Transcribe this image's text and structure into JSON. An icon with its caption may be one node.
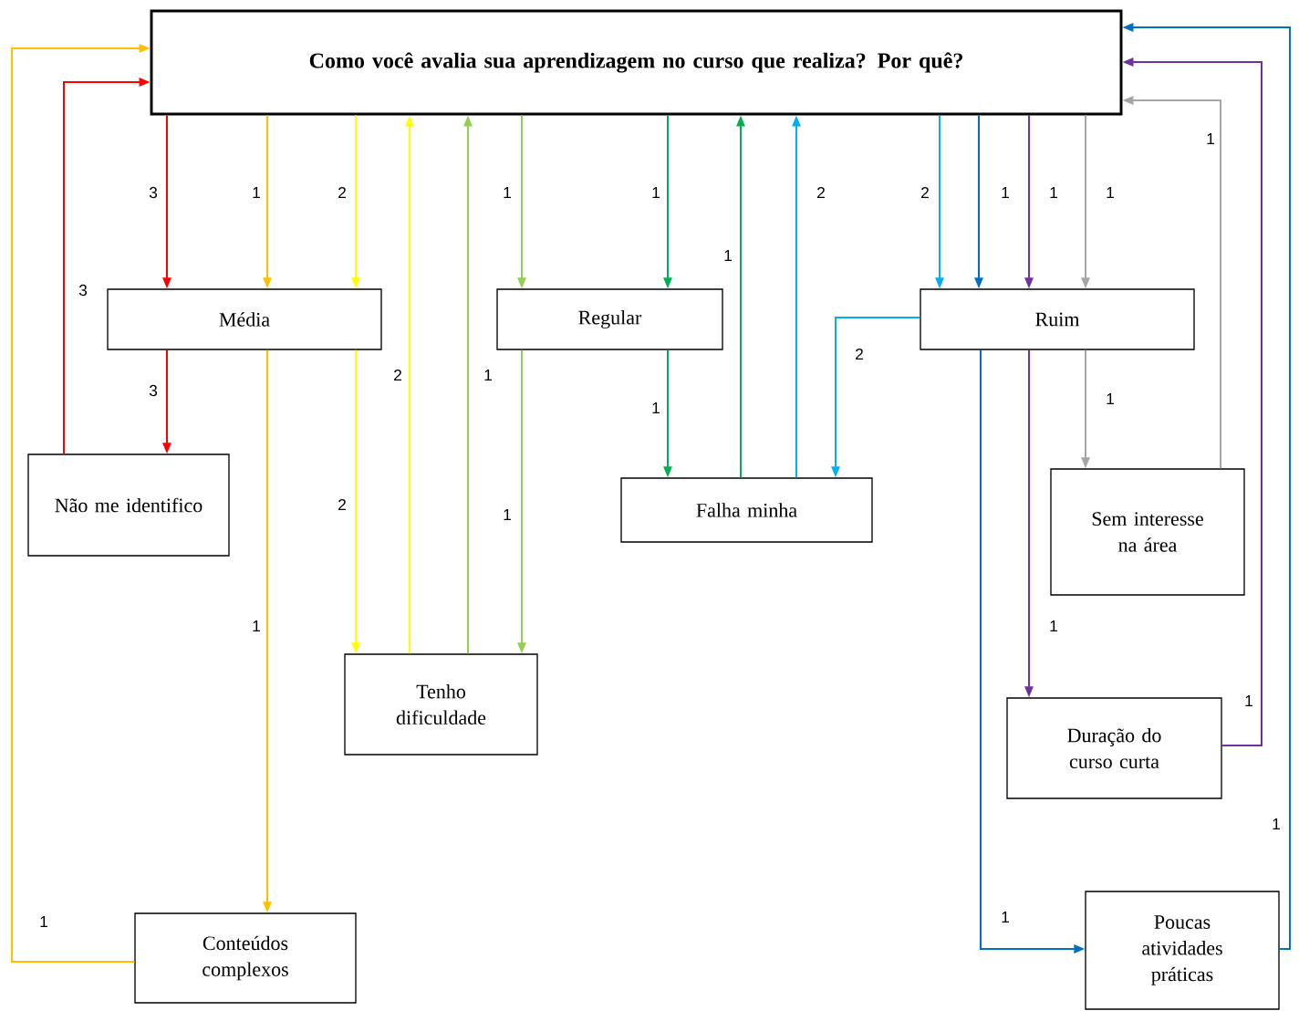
{
  "diagram": {
    "nodes": [
      {
        "text": [
          "Como você avalia sua aprendizagem no curso que realiza? Por quê?"
        ]
      },
      {
        "text": [
          "Média"
        ]
      },
      {
        "text": [
          "Regular"
        ]
      },
      {
        "text": [
          "Ruim"
        ]
      },
      {
        "text": [
          "Não me identifico"
        ]
      },
      {
        "text": [
          "Falha minha"
        ]
      },
      {
        "text": [
          "Sem interesse na área"
        ]
      },
      {
        "text": [
          "Tenho dificuldade"
        ]
      },
      {
        "text": [
          "Duração do curso curta"
        ]
      },
      {
        "text": [
          "Conteúdos complexos"
        ]
      },
      {
        "text": [
          "Poucas atividades práticas"
        ]
      }
    ],
    "edges": [
      {
        "from": 0,
        "to": 1,
        "arrow": "to",
        "label": "3",
        "color": "#ff0000"
      },
      {
        "from": 0,
        "to": 1,
        "arrow": "to",
        "label": "1",
        "color": "#ffc000"
      },
      {
        "from": 0,
        "to": 1,
        "arrow": "to",
        "label": "2",
        "color": "#ffff00"
      },
      {
        "from": 0,
        "to": 2,
        "arrow": "to",
        "label": "1",
        "color": "#92d050"
      },
      {
        "from": 0,
        "to": 2,
        "arrow": "to",
        "label": "1",
        "color": "#00b050"
      },
      {
        "from": 0,
        "to": 3,
        "arrow": "to",
        "label": "2",
        "color": "#00b0f0"
      },
      {
        "from": 0,
        "to": 3,
        "arrow": "to",
        "label": "1",
        "color": "#0070c0"
      },
      {
        "from": 0,
        "to": 3,
        "arrow": "to",
        "label": "1",
        "color": "#7030a0"
      },
      {
        "from": 0,
        "to": 3,
        "arrow": "to",
        "label": "1",
        "color": "#a6a6a6"
      },
      {
        "from": 1,
        "to": 4,
        "arrow": "to",
        "label": "3",
        "color": "#ff0000"
      },
      {
        "from": 4,
        "to": 0,
        "arrow": "to",
        "label": "3",
        "color": "#ff0000"
      },
      {
        "from": 1,
        "to": 9,
        "arrow": "to",
        "label": "1",
        "color": "#ffc000"
      },
      {
        "from": 9,
        "to": 0,
        "arrow": "to",
        "label": "1",
        "color": "#ffc000"
      },
      {
        "from": 1,
        "to": 7,
        "arrow": "to",
        "label": "2",
        "color": "#ffff00"
      },
      {
        "from": 7,
        "to": 0,
        "arrow": "to",
        "label": "2",
        "color": "#ffff00"
      },
      {
        "from": 7,
        "to": 0,
        "arrow": "to",
        "label": "1",
        "color": "#92d050"
      },
      {
        "from": 2,
        "to": 7,
        "arrow": "to",
        "label": "1",
        "color": "#92d050"
      },
      {
        "from": 2,
        "to": 5,
        "arrow": "to",
        "label": "1",
        "color": "#00b050"
      },
      {
        "from": 5,
        "to": 0,
        "arrow": "to",
        "label": "1",
        "color": "#00b050"
      },
      {
        "from": 5,
        "to": 0,
        "arrow": "to",
        "label": "2",
        "color": "#00b0f0"
      },
      {
        "from": 3,
        "to": 5,
        "arrow": "to",
        "label": "2",
        "color": "#00b0f0"
      },
      {
        "from": 3,
        "to": 10,
        "arrow": "to",
        "label": "1",
        "color": "#0070c0"
      },
      {
        "from": 10,
        "to": 0,
        "arrow": "to",
        "label": "1",
        "color": "#0070c0"
      },
      {
        "from": 3,
        "to": 8,
        "arrow": "to",
        "label": "1",
        "color": "#7030a0"
      },
      {
        "from": 8,
        "to": 0,
        "arrow": "to",
        "label": "1",
        "color": "#7030a0"
      },
      {
        "from": 3,
        "to": 6,
        "arrow": "to",
        "label": "1",
        "color": "#a6a6a6"
      },
      {
        "from": 6,
        "to": 0,
        "arrow": "to",
        "label": "1",
        "color": "#a6a6a6"
      }
    ]
  }
}
